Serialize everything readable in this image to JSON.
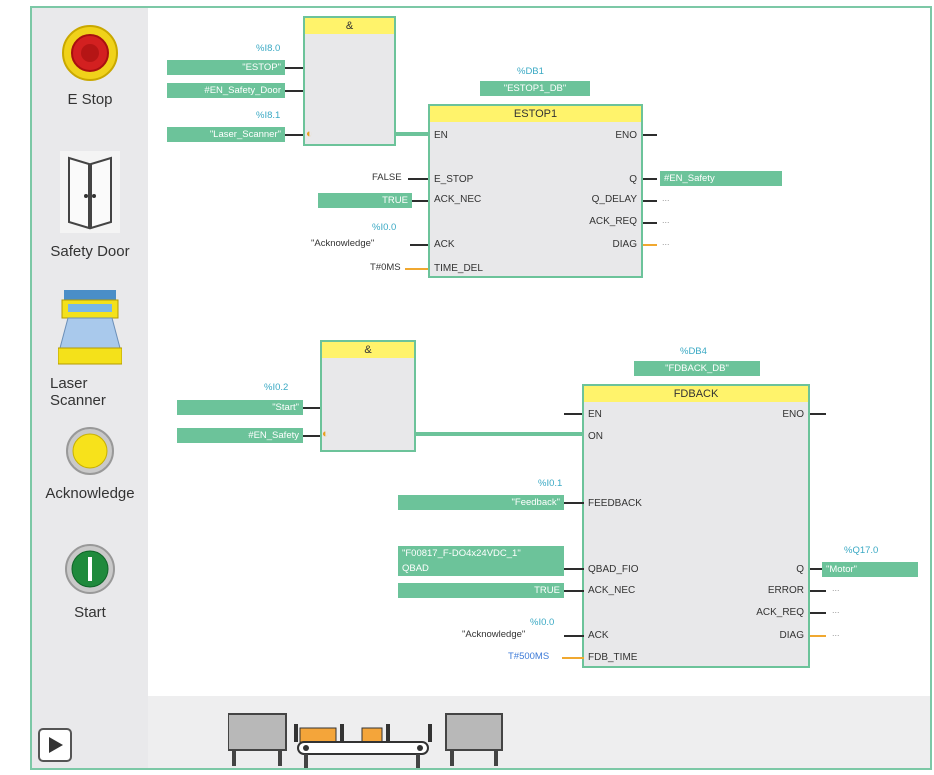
{
  "sidebar": {
    "estop_label": "E Stop",
    "door_label": "Safety Door",
    "laser_label": "Laser\nScanner",
    "ack_label": "Acknowledge",
    "start_label": "Start"
  },
  "rung1": {
    "and_title": "&",
    "addr_estop": "%I8.0",
    "tag_estop": "\"ESTOP\"",
    "tag_door": "#EN_Safety_Door",
    "addr_laser": "%I8.1",
    "tag_laser": "\"Laser_Scanner\"",
    "db_addr": "%DB1",
    "db_name": "\"ESTOP1_DB\"",
    "block_title": "ESTOP1",
    "pin_en": "EN",
    "pin_eno": "ENO",
    "pin_estop": "E_STOP",
    "pin_ack_nec": "ACK_NEC",
    "pin_ack": "ACK",
    "pin_time_del": "TIME_DEL",
    "pin_q": "Q",
    "pin_q_delay": "Q_DELAY",
    "pin_ack_req": "ACK_REQ",
    "pin_diag": "DIAG",
    "val_false": "FALSE",
    "val_true": "TRUE",
    "addr_ack": "%I0.0",
    "tag_ack": "\"Acknowledge\"",
    "val_time": "T#0MS",
    "out_q": "#EN_Safety",
    "dots": "..."
  },
  "rung2": {
    "and_title": "&",
    "addr_start": "%I0.2",
    "tag_start": "\"Start\"",
    "tag_en_safety": "#EN_Safety",
    "db_addr": "%DB4",
    "db_name": "\"FDBACK_DB\"",
    "block_title": "FDBACK",
    "pin_en": "EN",
    "pin_eno": "ENO",
    "pin_on": "ON",
    "pin_feedback": "FEEDBACK",
    "pin_qbad": "QBAD_FIO",
    "pin_ack_nec": "ACK_NEC",
    "pin_ack": "ACK",
    "pin_fdb_time": "FDB_TIME",
    "pin_q": "Q",
    "pin_error": "ERROR",
    "pin_ack_req": "ACK_REQ",
    "pin_diag": "DIAG",
    "addr_feedback": "%I0.1",
    "tag_feedback": "\"Feedback\"",
    "tag_qbad_1": "\"F00817_F-DO4x24VDC_1\"",
    "tag_qbad_2": "QBAD",
    "val_true": "TRUE",
    "addr_ack": "%I0.0",
    "tag_ack": "\"Acknowledge\"",
    "val_time": "T#500MS",
    "addr_motor": "%Q17.0",
    "tag_motor": "\"Motor\"",
    "dots": "..."
  },
  "colors": {
    "accent_green": "#6cc39a",
    "title_yellow": "#fff36b",
    "address_blue": "#3aa9c4"
  }
}
